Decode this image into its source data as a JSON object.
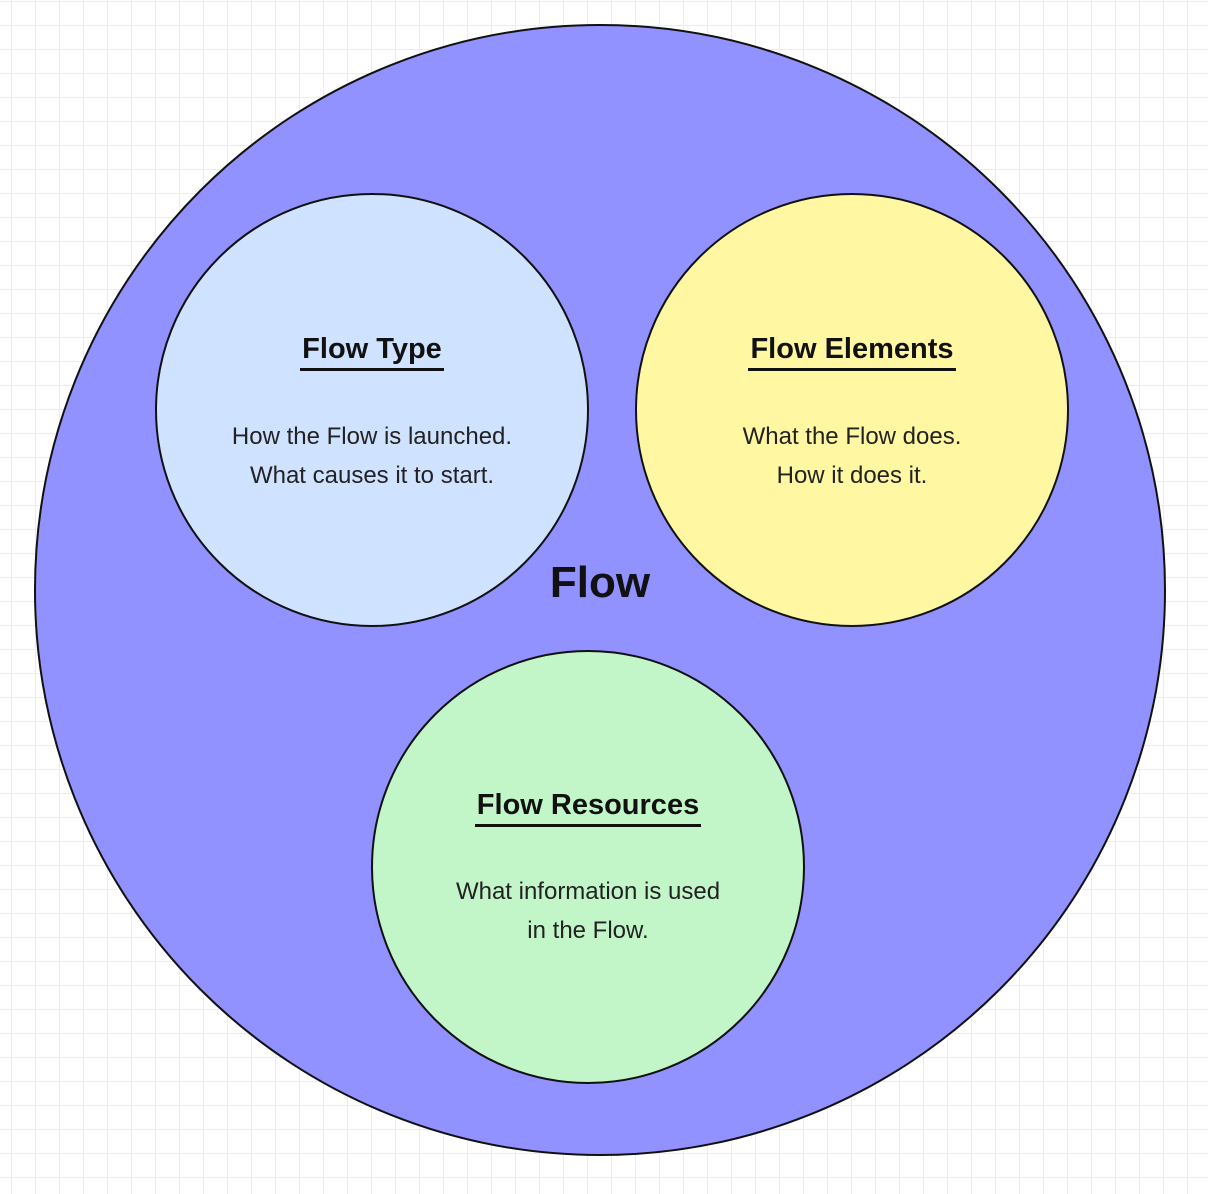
{
  "diagram": {
    "outer": {
      "label": "Flow",
      "fill": "#9191ff"
    },
    "circles": [
      {
        "title": "Flow Type",
        "lines": [
          "How the Flow is launched.",
          "What causes it to start."
        ],
        "fill": "#cfe2ff"
      },
      {
        "title": "Flow Elements",
        "lines": [
          "What the Flow does.",
          "How it does it."
        ],
        "fill": "#fff7a1"
      },
      {
        "title": "Flow Resources",
        "lines": [
          "What information is used",
          "in the Flow."
        ],
        "fill": "#c2f5c8"
      }
    ],
    "stroke": "#111111"
  }
}
